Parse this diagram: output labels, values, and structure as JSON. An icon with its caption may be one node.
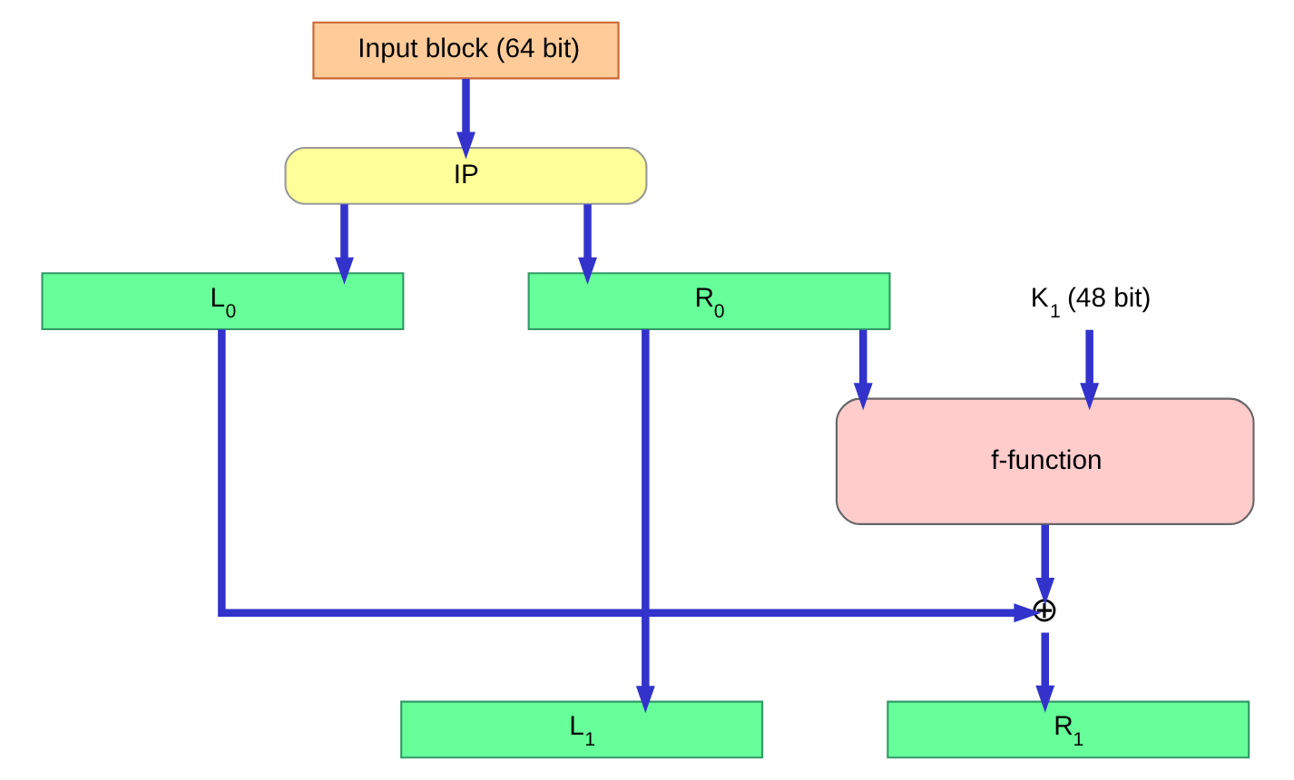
{
  "diagram": {
    "nodes": [
      {
        "text": [
          "Input block (64 bit)"
        ]
      },
      {
        "text": [
          "IP"
        ]
      },
      {
        "text": [
          "L$_{0}$"
        ]
      },
      {
        "text": [
          "R$_{0}$"
        ]
      },
      {
        "text": [
          "K$_{1}$ (48 bit)"
        ]
      },
      {
        "text": [
          "f-function"
        ]
      },
      {
        "text": [
          "⊕"
        ]
      },
      {
        "text": [
          "L$_{1}$"
        ]
      },
      {
        "text": [
          "R$_{1}$"
        ]
      }
    ],
    "edges": [
      {
        "from": 0,
        "to": 1,
        "arrow": "to"
      },
      {
        "from": 1,
        "to": 2,
        "arrow": "to"
      },
      {
        "from": 1,
        "to": 3,
        "arrow": "to"
      },
      {
        "from": 2,
        "to": 6,
        "arrow": "to"
      },
      {
        "from": 4,
        "to": 5,
        "arrow": "to"
      },
      {
        "from": 3,
        "to": 5,
        "arrow": "to"
      },
      {
        "from": 5,
        "to": 6,
        "arrow": "to"
      },
      {
        "from": 3,
        "to": 7,
        "arrow": "to"
      },
      {
        "from": 6,
        "to": 8,
        "arrow": "to"
      }
    ]
  }
}
